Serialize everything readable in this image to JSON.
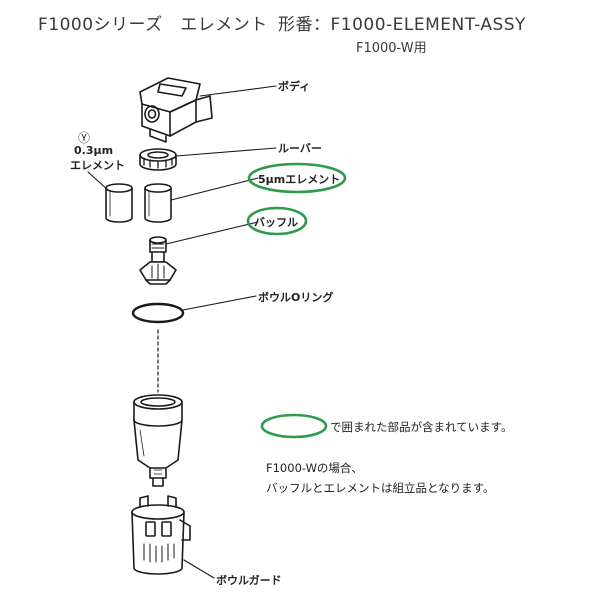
{
  "header": {
    "series_title": "F1000シリーズ　エレメント",
    "part_number": "形番：F1000-ELEMENT-ASSY",
    "variant": "F1000-W用"
  },
  "labels": {
    "body": "ボディ",
    "louver": "ルーバー",
    "y_mark": "Ⓨ",
    "element_03_line1": "0.3μm",
    "element_03_line2": "エレメント",
    "element_5": "5μmエレメント",
    "baffle": "バッフル",
    "bowl_oring": "ボウルOリング",
    "bowl_guard": "ボウルガード"
  },
  "notes": {
    "legend_text": "で囲まれた部品が含まれています。",
    "w_case_line1": "F1000-Wの場合、",
    "w_case_line2": "バッフルとエレメントは組立品となります。"
  },
  "colors": {
    "highlight": "#2e9a4a",
    "line": "#1a1a1a"
  }
}
